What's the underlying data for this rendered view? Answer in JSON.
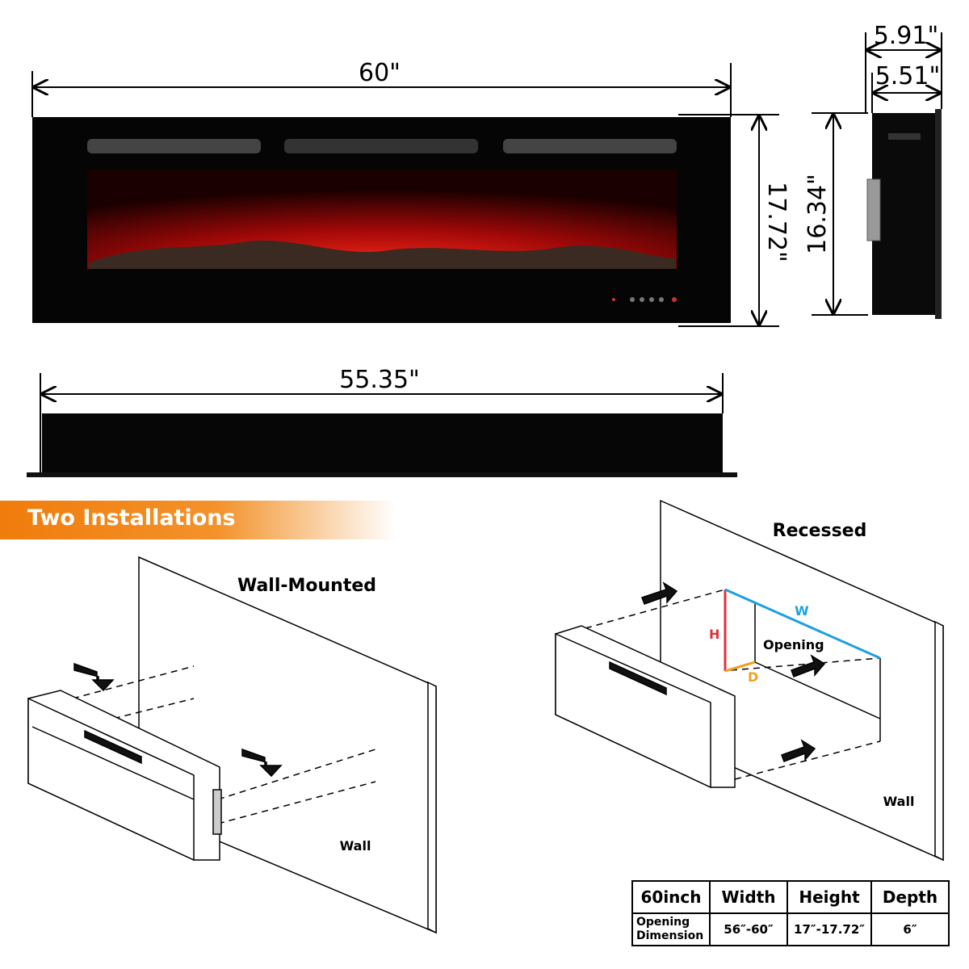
{
  "dimensions": {
    "overall_width": "60\"",
    "overall_height": "17.72\"",
    "side_depth_outer": "5.91\"",
    "side_depth_inner": "5.51\"",
    "side_height": "16.34\"",
    "body_width": "55.35\""
  },
  "banner": {
    "title": "Two Installations",
    "color": "#f07c0c"
  },
  "wall_mounted": {
    "title": "Wall-Mounted",
    "wall_label": "Wall"
  },
  "recessed": {
    "title": "Recessed",
    "wall_label": "Wall",
    "opening_label": "Opening",
    "h": "H",
    "w": "W",
    "d": "D",
    "colors": {
      "h": "#e0303a",
      "w": "#1ea0e0",
      "d": "#f0a020"
    }
  },
  "table": {
    "headers": [
      "60inch",
      "Width",
      "Height",
      "Depth"
    ],
    "row_label": [
      "Opening",
      "Dimension"
    ],
    "values": [
      "56″-60″",
      "17″-17.72″",
      "6″"
    ]
  }
}
